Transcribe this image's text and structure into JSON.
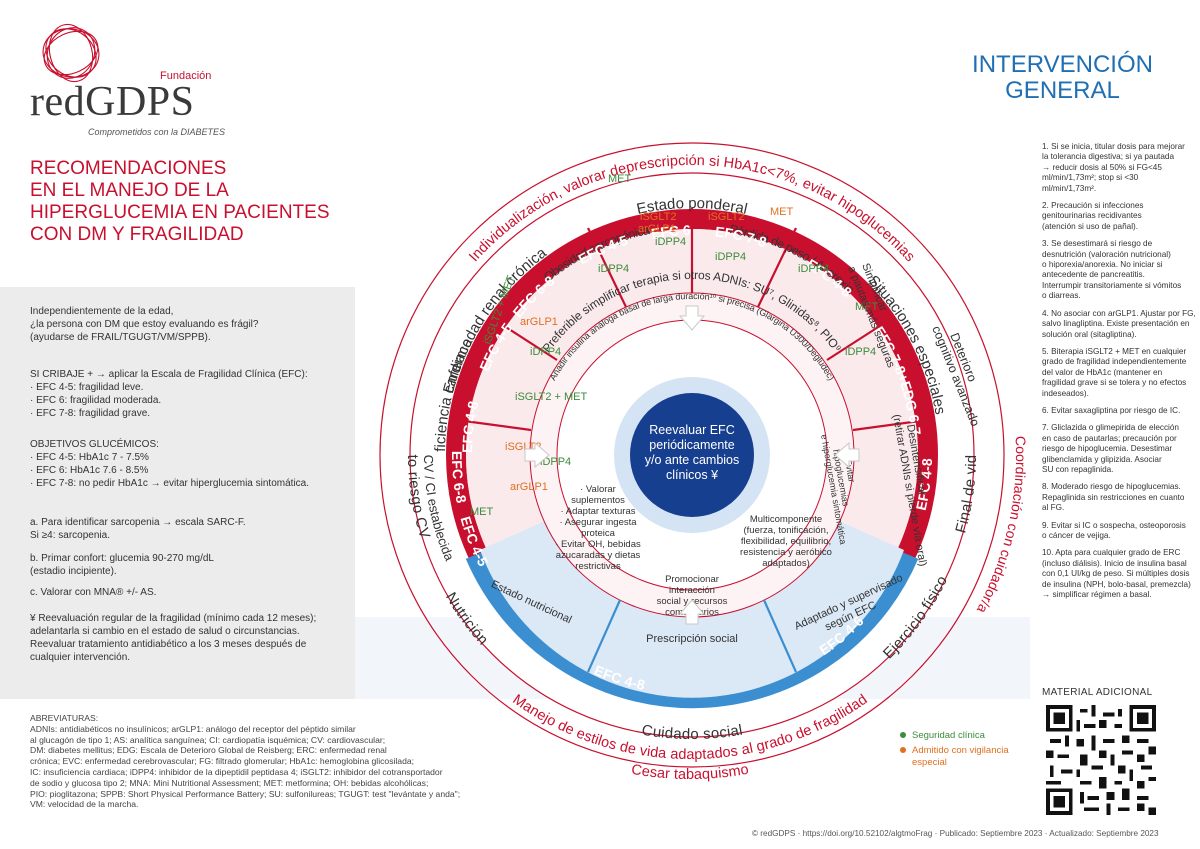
{
  "logo": {
    "fundacion": "Fundación",
    "name": "redGDPS",
    "tagline": "Comprometidos con la DIABETES"
  },
  "title": [
    "RECOMENDACIONES",
    "EN EL MANEJO DE LA",
    "HIPERGLUCEMIA EN PACIENTES",
    "CON DM Y FRAGILIDAD"
  ],
  "intro": {
    "question": [
      "Independientemente de la edad,",
      "¿la persona con DM que estoy evaluando es frágil?",
      "(ayudarse de FRAIL/TGUGT/VM/SPPB)."
    ],
    "cribaje": [
      "SI CRIBAJE + → aplicar la Escala de Fragilidad Clínica (EFC):",
      "· EFC 4-5: fragilidad leve.",
      "· EFC 6: fragilidad moderada.",
      "· EFC 7-8: fragilidad grave."
    ],
    "objetivos": [
      "OBJETIVOS GLUCÉMICOS:",
      "· EFC 4-5: HbA1c 7 - 7.5%",
      "· EFC 6: HbA1c 7.6 - 8.5%",
      "· EFC 7-8: no pedir HbA1c → evitar hiperglucemia sintomática."
    ],
    "note_a": [
      "a. Para identificar sarcopenia → escala SARC-F.",
      "Si ≥4: sarcopenia."
    ],
    "note_b": [
      "b. Primar confort: glucemia 90-270 mg/dL",
      "(estadio incipiente)."
    ],
    "note_c": [
      "c. Valorar con MNA® +/- AS."
    ],
    "yen": [
      "¥ Reevaluación regular de la fragilidad (mínimo cada 12 meses);",
      "adelantarla si cambio en el estado de salud o circunstancias.",
      "Reevaluar tratamiento antidiabético a los 3 meses después de",
      "cualquier intervención."
    ]
  },
  "abbreviations": {
    "heading": "ABREVIATURAS:",
    "lines": [
      "ADNIs: antidiabéticos no insulínicos; arGLP1: análogo del receptor del péptido similar",
      "al glucagón de tipo 1; AS: analítica sanguínea; CI: cardiopatía isquémica; CV: cardiovascular;",
      "DM: diabetes mellitus; EDG: Escala de Deterioro Global de Reisberg; ERC: enfermedad renal",
      "crónica; EVC: enfermedad cerebrovascular; FG: filtrado glomerular; HbA1c: hemoglobina glicosilada;",
      "IC: insuficiencia cardiaca; iDPP4: inhibidor de la dipeptidil peptidasa 4; iSGLT2: inhibidor del cotransportador",
      "de sodio y glucosa tipo 2; MNA: Mini Nutritional Assessment; MET: metformina; OH: bebidas alcohólicas;",
      "PIO: pioglitazona; SPPB: Short Physical Performance Battery; SU: sulfonilureas; TGUGT: test \"levántate y anda\";",
      "VM: velocidad de la marcha."
    ]
  },
  "right": {
    "title": [
      "INTERVENCIÓN",
      "GENERAL"
    ],
    "notes": [
      [
        "1. Si se inicia, titular dosis para mejorar",
        "la tolerancia digestiva; si ya pautada",
        "→ reducir dosis al 50% si FG<45",
        "ml/min/1,73m²; stop si <30",
        "ml/min/1,73m²."
      ],
      [
        "2. Precaución si infecciones",
        "genitourinarias recidivantes",
        "(atención si uso de pañal)."
      ],
      [
        "3. Se desestimará si riesgo de",
        "desnutrición (valoración nutricional)",
        "o hiporexia/anorexia. No iniciar si",
        "antecedente de pancreatitis.",
        "Interrumpir transitoriamente si vómitos",
        "o diarreas."
      ],
      [
        "4. No asociar con arGLP1. Ajustar por FG,",
        "salvo linagliptina. Existe presentación en",
        "solución oral (sitagliptina)."
      ],
      [
        "5. Biterapia iSGLT2 + MET en cualquier",
        "grado de fragilidad independientemente",
        "del valor de HbA1c (mantener en",
        "fragilidad grave si se tolera y no efectos",
        "indeseados)."
      ],
      [
        "6. Evitar saxagliptina por riesgo de IC."
      ],
      [
        "7. Gliclazida o glimepirida de elección",
        "en caso de pautarlas; precaución por",
        "riesgo de hipoglucemia. Desestimar",
        "glibenclamida y glipizida. Asociar",
        "SU con repaglinida."
      ],
      [
        "8. Moderado riesgo de hipoglucemias.",
        "Repaglinida sin restricciones en cuanto",
        "al FG."
      ],
      [
        "9. Evitar si IC o sospecha, osteoporosis",
        "o cáncer de vejiga."
      ],
      [
        "10. Apta para cualquier grado de ERC",
        "(incluso diálisis). Inicio de insulina basal",
        "con 0,1 UI/kg de peso. Si múltiples dosis",
        "de insulina (NPH, bolo-basal, premezcla)",
        "→ simplificar régimen a basal."
      ]
    ],
    "material": "MATERIAL ADICIONAL",
    "legend": [
      "Seguridad clínica",
      "Admitido con vigilancia",
      "especial"
    ]
  },
  "wheel": {
    "outer_top": "Individualización, valorar deprescripción si HbA1c<7%, evitar hipoglucemias",
    "outer_bottom_1": "Manejo de estilos de vida adaptados al grado de fragilidad",
    "outer_bottom_2": "Cesar tabaquismo",
    "outer_right": "Coordinación con cuidador/a",
    "estado_ponderal": "Estado ponderal",
    "situaciones": "Situaciones especiales",
    "cuidado_social": "Cuidado social",
    "obesidad": "Obesidad sarcopénica",
    "perdida": "Pérdida de peso / Anorexia",
    "deterioro_1": "Deterioro",
    "deterioro_2": "cognitivo avanzado",
    "final_vida": "Final de vida",
    "erc": "Enfermedad renal crónica",
    "ic": "Insuficiencia cardiaca",
    "alto_riesgo_1": "Alto riesgo CV",
    "alto_riesgo_2": "ECV / CI establecida",
    "nutricion": "Nutrición",
    "ejercicio": "Ejercicio físico",
    "efc": [
      "EFC 4-5",
      "EFC 6",
      "EFC 7-8",
      "EFC 4-8",
      "EFC 7-8+EDG 6-7",
      "EFC 4-8",
      "EFC 4-5",
      "EFC 6-8",
      "EFC 4-8",
      "EFC 6-8",
      "EFC 4-5"
    ],
    "efc_blue": [
      "EFC 4-8",
      "EFC 4-6"
    ],
    "inner_ring": "Preferible simplificar terapia si otros ADNIs: SU⁷, Glinidas⁸, PIO⁹",
    "insulin_ring": "Añadir insulina análoga basal de larga duración¹⁰ si precisa (Glargina U300/Degludec)",
    "center": [
      "Reevaluar EFC",
      "periódicamente",
      "y/o ante cambios",
      "clínicos ¥"
    ],
    "drugs": {
      "met": "MET",
      "isglt2": "iSGLT2",
      "arglp1": "arGLP1",
      "idpp4": "iDPP4",
      "isglt2_met": "iSGLT2 + MET"
    },
    "simplificar_1": "Simplificar",
    "simplificar_2": "a pautas más seguras",
    "desintensificar_1": "Desintensificar",
    "desintensificar_2": "(retirar ADNIs si pierde vía oral)",
    "evitar_1": "Evitar",
    "evitar_2": "hipoglucemias",
    "evitar_3": "e hiperglucemia sintomática",
    "estado_nutricional": "Estado nutricional",
    "prescripcion_social": "Prescripción social",
    "adaptado_1": "Adaptado y supervisado",
    "adaptado_2": "según EFC",
    "nutri_box": [
      "· Valorar",
      "suplementos",
      "· Adaptar texturas",
      "· Asegurar ingesta",
      "proteica",
      "· Evitar OH, bebidas",
      "azucaradas y dietas",
      "restrictivas"
    ],
    "social_box": [
      "Promocionar",
      "interacción",
      "social y recursos",
      "comunitarios"
    ],
    "ejercicio_box": [
      "Multicomponente",
      "(fuerza, tonificación,",
      "flexibilidad, equilibrio,",
      "resistencia y aeróbico",
      "adaptados)"
    ]
  },
  "footer": "© redGDPS · https://doi.org/10.52102/algtmoFrag · Publicado: Septiembre 2023 · Actualizado: Septiembre 2023",
  "colors": {
    "red": "#c8102e",
    "blue": "#3b8fd1",
    "darkblue": "#173f8f",
    "pink": "#f7dde0",
    "green": "#3c8c3c",
    "orange": "#e07020"
  }
}
